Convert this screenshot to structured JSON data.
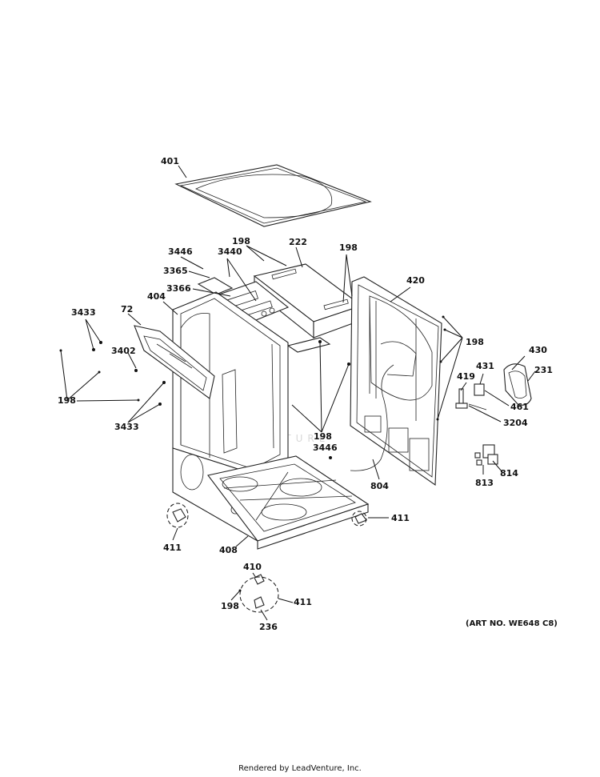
{
  "labels": {
    "l401": "401",
    "l198a": "198",
    "l222": "222",
    "l198b": "198",
    "l3446a": "3446",
    "l3440": "3440",
    "l3365": "3365",
    "l3366": "3366",
    "l404": "404",
    "l420": "420",
    "l3433a": "3433",
    "l72": "72",
    "l3402": "3402",
    "l198c": "198",
    "l198d": "198",
    "l3433b": "3433",
    "l430": "430",
    "l231": "231",
    "l431": "431",
    "l419": "419",
    "l461": "461",
    "l3204": "3204",
    "l198e": "198",
    "l3446b": "3446",
    "l804": "804",
    "l814": "814",
    "l813": "813",
    "l411a": "411",
    "l411b": "411",
    "l408": "408",
    "l410": "410",
    "l198f": "198",
    "l411c": "411",
    "l236": "236"
  },
  "art_number": "(ART NO. WE648 C8)",
  "watermark": "LEADVENTURE",
  "footer_credit": "Rendered by LeadVenture, Inc."
}
